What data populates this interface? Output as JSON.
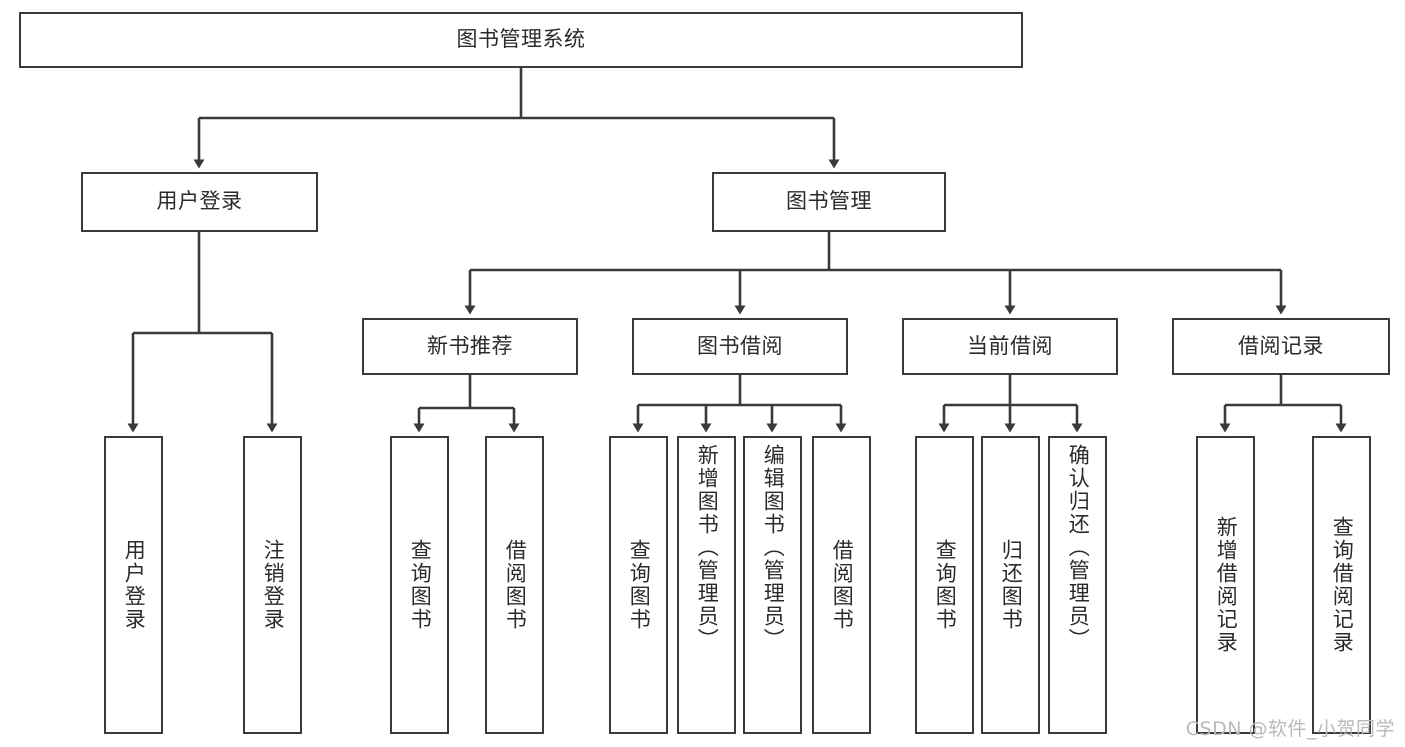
{
  "diagram": {
    "title": "图书管理系统",
    "type": "tree-hierarchy-chart",
    "root": {
      "id": "root",
      "label": "图书管理系统"
    },
    "level2": [
      {
        "id": "user-login",
        "label": "用户登录"
      },
      {
        "id": "book-management",
        "label": "图书管理"
      }
    ],
    "level3": [
      {
        "id": "new-book-recommend",
        "label": "新书推荐"
      },
      {
        "id": "book-borrow",
        "label": "图书借阅"
      },
      {
        "id": "current-borrow",
        "label": "当前借阅"
      },
      {
        "id": "borrow-record",
        "label": "借阅记录"
      }
    ],
    "leaves": [
      {
        "id": "leaf-user-login",
        "label": "用户登录",
        "parent": "user-login"
      },
      {
        "id": "leaf-logout-login",
        "label": "注销登录",
        "parent": "user-login"
      },
      {
        "id": "leaf-query-book-1",
        "label": "查询图书",
        "parent": "new-book-recommend"
      },
      {
        "id": "leaf-borrow-book-1",
        "label": "借阅图书",
        "parent": "new-book-recommend"
      },
      {
        "id": "leaf-query-book-2",
        "label": "查询图书",
        "parent": "book-borrow"
      },
      {
        "id": "leaf-add-book",
        "label": "新增图书（管理员）",
        "parent": "book-borrow"
      },
      {
        "id": "leaf-edit-book",
        "label": "编辑图书（管理员）",
        "parent": "book-borrow"
      },
      {
        "id": "leaf-borrow-book-2",
        "label": "借阅图书",
        "parent": "book-borrow"
      },
      {
        "id": "leaf-query-book-3",
        "label": "查询图书",
        "parent": "current-borrow"
      },
      {
        "id": "leaf-return-book",
        "label": "归还图书",
        "parent": "current-borrow"
      },
      {
        "id": "leaf-confirm-return",
        "label": "确认归还（管理员）",
        "parent": "current-borrow"
      },
      {
        "id": "leaf-add-record",
        "label": "新增借阅记录",
        "parent": "borrow-record"
      },
      {
        "id": "leaf-query-record",
        "label": "查询借阅记录",
        "parent": "borrow-record"
      }
    ]
  },
  "watermark": {
    "text": "CSDN @软件_小贺同学"
  },
  "colors": {
    "stroke": "#3a3a3a",
    "text": "#2b2b2b",
    "background": "#ffffff",
    "watermark": "#b9b9b9"
  }
}
